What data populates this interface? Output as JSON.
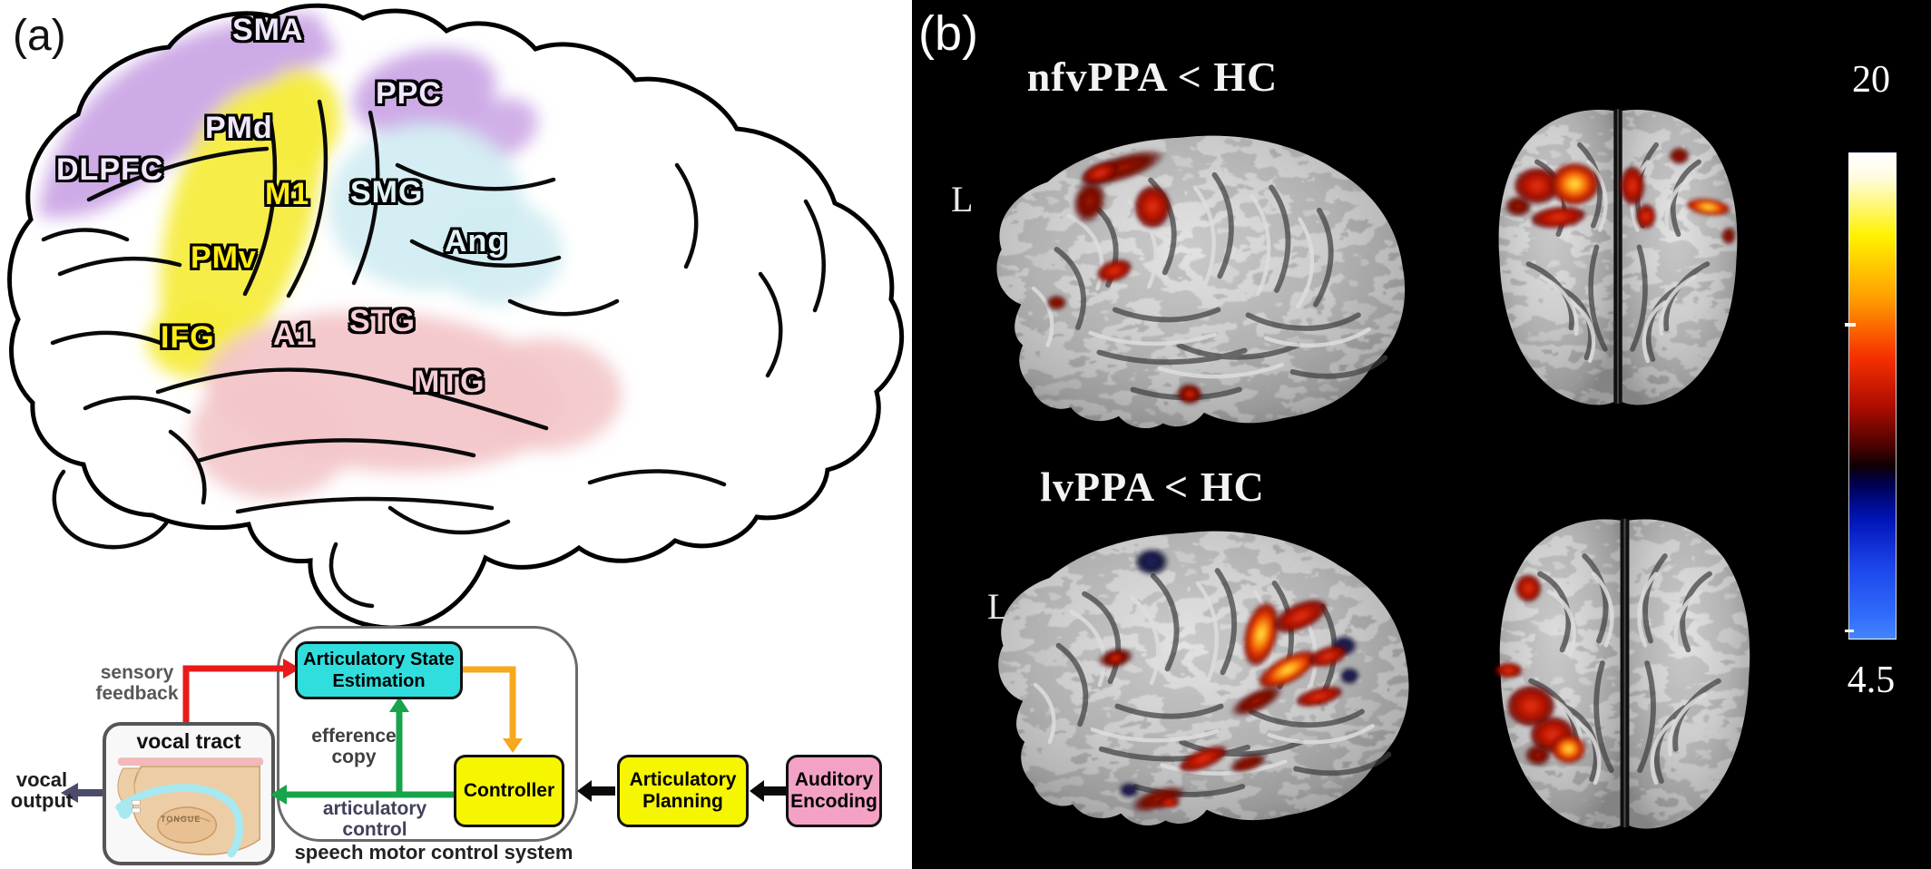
{
  "panel_a": {
    "label": "(a)",
    "regions": {
      "sma": "SMA",
      "ppc": "PPC",
      "pmd": "PMd",
      "dlpfc": "DLPFC",
      "m1": "M1",
      "smg": "SMG",
      "pmv": "PMv",
      "ang": "Ang",
      "ifg": "IFG",
      "a1": "A1",
      "stg": "STG",
      "mtg": "MTG"
    },
    "region_colors": {
      "frontal_purple": "#c9a2e4",
      "motor_yellow": "#f5ec3e",
      "parietal_cyan": "#d3edf2",
      "temporal_pink": "#f3c6ca"
    },
    "flow": {
      "vocal_tract": {
        "title": "vocal tract",
        "tongue": "TONGUE"
      },
      "labels": {
        "sensory_1": "sensory",
        "sensory_2": "feedback",
        "efference_1": "efference",
        "efference_2": "copy",
        "articulatory_control": "articulatory control",
        "vocal_output_1": "vocal",
        "vocal_output_2": "output",
        "system": "speech motor control system"
      },
      "boxes": {
        "ase": {
          "line1": "Articulatory State",
          "line2": "Estimation",
          "color": "#30dede"
        },
        "controller": {
          "line1": "Controller",
          "color": "#f6f600"
        },
        "planning": {
          "line1": "Articulatory",
          "line2": "Planning",
          "color": "#f6f600"
        },
        "encoding": {
          "line1": "Auditory",
          "line2": "Encoding",
          "color": "#f3a2c5"
        }
      },
      "arrow_colors": {
        "sensory_feedback": "#e81b1b",
        "efference_copy": "#17a44a",
        "articulatory_control": "#17a44a",
        "state_to_controller": "#f6a81e",
        "vocal_output": "#4b4b6b",
        "planning_chain": "#0a0a0a"
      }
    }
  },
  "panel_b": {
    "label": "(b)",
    "row1": {
      "title": "nfvPPA < HC",
      "side": "L"
    },
    "row2": {
      "title": "lvPPA < HC",
      "side": "L"
    },
    "colorbar": {
      "max": "20",
      "min": "4.5",
      "hot_color": "#f63000",
      "cool_color": "#2f6bfa"
    }
  }
}
